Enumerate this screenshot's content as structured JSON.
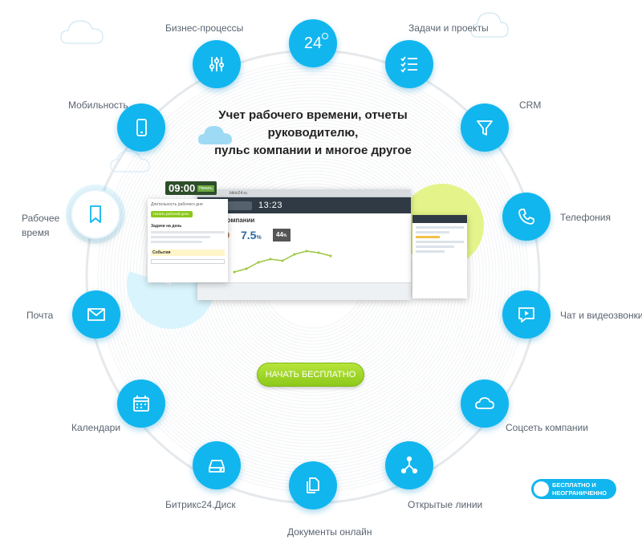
{
  "headline": {
    "line1": "Учет рабочего времени, отчеты руководителю,",
    "line2": "пульс компании и многое другое"
  },
  "nodes": [
    {
      "id": "24",
      "label": "",
      "icon": "clock-24-icon",
      "glyph": "24"
    },
    {
      "id": "tasks",
      "label": "Задачи и проекты",
      "icon": "task-list-icon"
    },
    {
      "id": "crm",
      "label": "CRM",
      "icon": "funnel-icon"
    },
    {
      "id": "telephony",
      "label": "Телефония",
      "icon": "phone-icon"
    },
    {
      "id": "chat",
      "label": "Чат и видеозвонки",
      "icon": "chat-video-icon"
    },
    {
      "id": "social",
      "label": "Соцсеть компании",
      "icon": "cloud-icon"
    },
    {
      "id": "openlines",
      "label": "Открытые линии",
      "icon": "share-nodes-icon"
    },
    {
      "id": "docs",
      "label": "Документы онлайн",
      "icon": "documents-icon"
    },
    {
      "id": "disk",
      "label": "Битрикс24.Диск",
      "icon": "drive-icon"
    },
    {
      "id": "calendars",
      "label": "Календари",
      "icon": "calendar-icon"
    },
    {
      "id": "mail",
      "label": "Почта",
      "icon": "envelope-icon"
    },
    {
      "id": "worktime",
      "label": "Рабочее время",
      "icon": "bookmark-icon"
    },
    {
      "id": "mobility",
      "label": "Мобильность",
      "icon": "smartphone-icon"
    },
    {
      "id": "bp",
      "label": "Бизнес-процессы",
      "icon": "sliders-icon"
    }
  ],
  "cta_label": "НАЧАТЬ БЕСПЛАТНО",
  "toggle": {
    "line1": "БЕСПЛАТНО И",
    "line2": "НЕОГРАНИЧЕННО"
  },
  "screenshot": {
    "time_widget": "09:00",
    "time_widget_badge": "Начать",
    "portal_time": "13:23",
    "portal_title": "Пульс компании",
    "stat_value": "7.5",
    "stat_percent": "44",
    "workday_panel_title": "Длительность рабочего дня",
    "start_button": "Начать рабочий день",
    "tasks_title": "Задачи на день",
    "events_title": "События"
  },
  "colors": {
    "accent": "#12b6ee",
    "cta": "#8cc91b",
    "ring": "#e6e9ec",
    "decor_blob": "#e5f48a"
  }
}
